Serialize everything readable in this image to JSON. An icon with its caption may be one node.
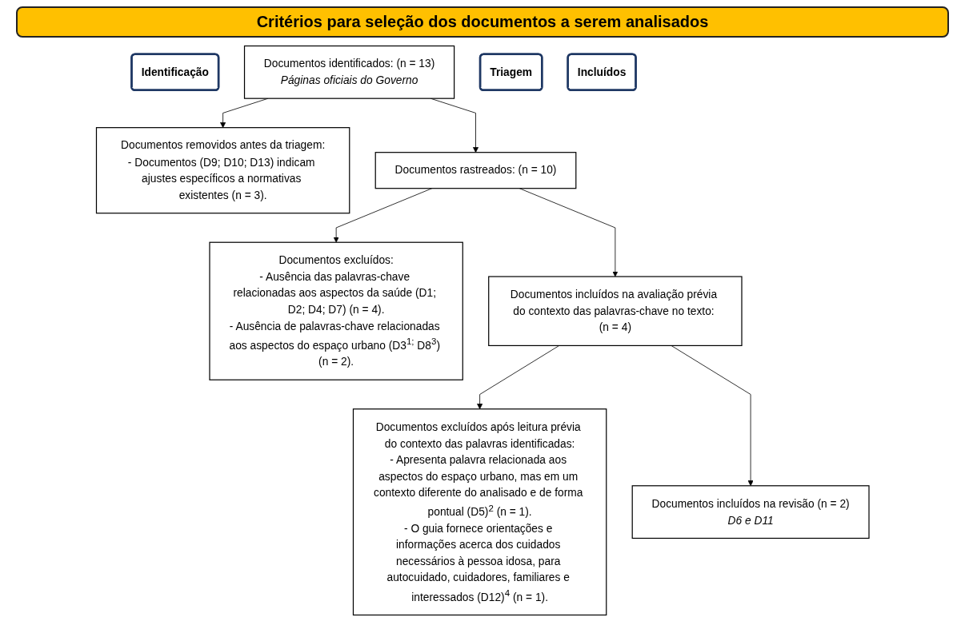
{
  "diagram": {
    "title": "Critérios para seleção dos documentos a serem analisados",
    "nodes": [
      {
        "text": [
          "Identificação"
        ]
      },
      {
        "text": [
          "Documentos identificados: (n = 13)",
          "Páginas oficiais do Governo"
        ]
      },
      {
        "text": [
          "Documentos removidos antes da triagem:",
          "- Documentos (D9; D10; D13) indicam ajustes específicos a normativas existentes (n = 3)."
        ]
      },
      {
        "text": [
          "Triagem"
        ]
      },
      {
        "text": [
          "Documentos rastreados: (n = 10)"
        ]
      },
      {
        "text": [
          "Documentos excluídos:",
          "- Ausência das palavras-chave relacionadas aos aspectos da saúde (D1; D2; D4; D7) (n = 4).",
          "- Ausência de palavras-chave relacionadas aos aspectos do espaço urbano (D3$^{1;}$ D8$^{3}$) (n = 2)."
        ]
      },
      {
        "text": [
          "Documentos incluídos na avaliação prévia do contexto das palavras-chave no texto: (n = 4)"
        ]
      },
      {
        "text": [
          "Documentos excluídos após leitura prévia do contexto das palavras identificadas:",
          "- Apresenta palavra relacionada aos aspectos do espaço urbano, mas em um contexto diferente do analisado e de forma pontual (D5)$^{2}$ (n = 1).",
          "- O guia fornece orientações e informações acerca dos cuidados necessários à pessoa idosa, para autocuidado, cuidadores, familiares e interessados (D12)$^{4}$ (n = 1)."
        ]
      },
      {
        "text": [
          "Incluídos"
        ]
      },
      {
        "text": [
          "Documentos incluídos na revisão (n = 2)",
          "D6 e D11"
        ]
      }
    ],
    "edges": [
      {
        "from": 1,
        "to": 2,
        "arrow": "to"
      },
      {
        "from": 1,
        "to": 4,
        "arrow": "to"
      },
      {
        "from": 4,
        "to": 5,
        "arrow": "to"
      },
      {
        "from": 4,
        "to": 6,
        "arrow": "to"
      },
      {
        "from": 6,
        "to": 7,
        "arrow": "to"
      },
      {
        "from": 6,
        "to": 9,
        "arrow": "to"
      }
    ]
  }
}
